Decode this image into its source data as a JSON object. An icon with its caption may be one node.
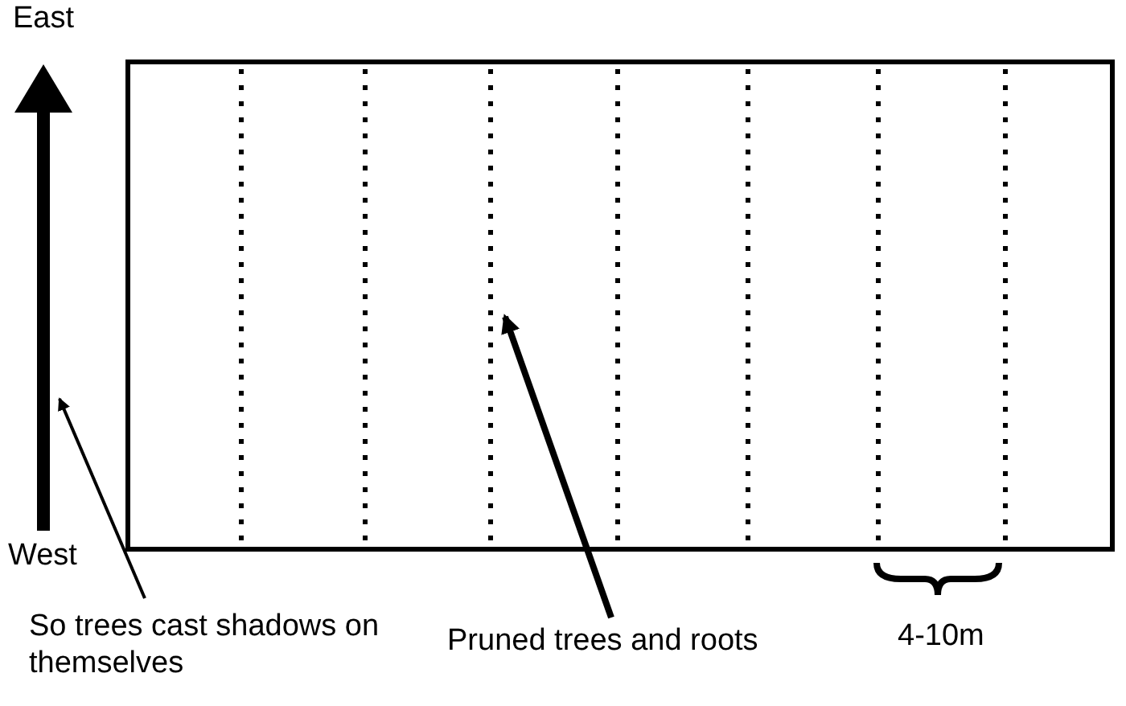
{
  "diagram": {
    "nodes": [
      {
        "text": [],
        "shape": "box"
      },
      {
        "text": [],
        "shape": "arrow"
      },
      {
        "text": [],
        "shape": "line",
        "in": 0
      },
      {
        "text": [
          "So trees cast shadows on themselves"
        ]
      },
      {
        "text": [
          "Pruned trees and roots"
        ]
      }
    ],
    "edges": [
      {
        "from": 3,
        "to": 1,
        "arrow": "to"
      },
      {
        "from": 4,
        "to": 2,
        "arrow": "to",
        "style": "thick"
      }
    ],
    "labels": [
      "East",
      "West",
      "4-10m"
    ]
  }
}
